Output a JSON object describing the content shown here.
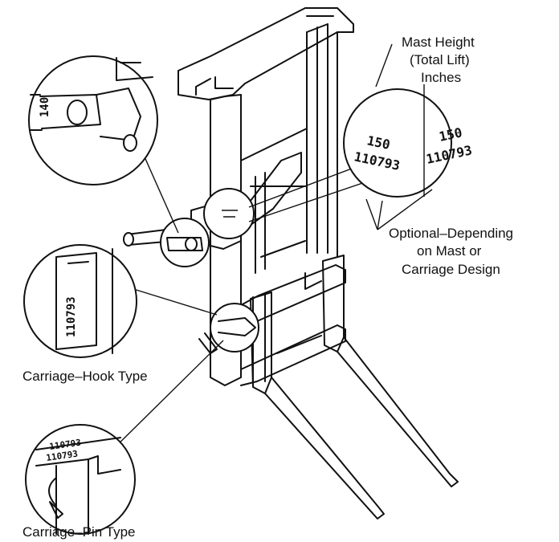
{
  "labels": {
    "mast_height_1": "Mast Height",
    "mast_height_2": "(Total Lift)",
    "mast_height_3": "Inches",
    "optional_1": "Optional–Depending",
    "optional_2": "on Mast or",
    "optional_3": "Carriage Design",
    "carriage_hook": "Carriage–Hook Type",
    "carriage_pin": "Carriage–Pin Type"
  },
  "stamps": {
    "mast_height_value": "150",
    "serial_number": "110793",
    "partial_number": "140"
  }
}
